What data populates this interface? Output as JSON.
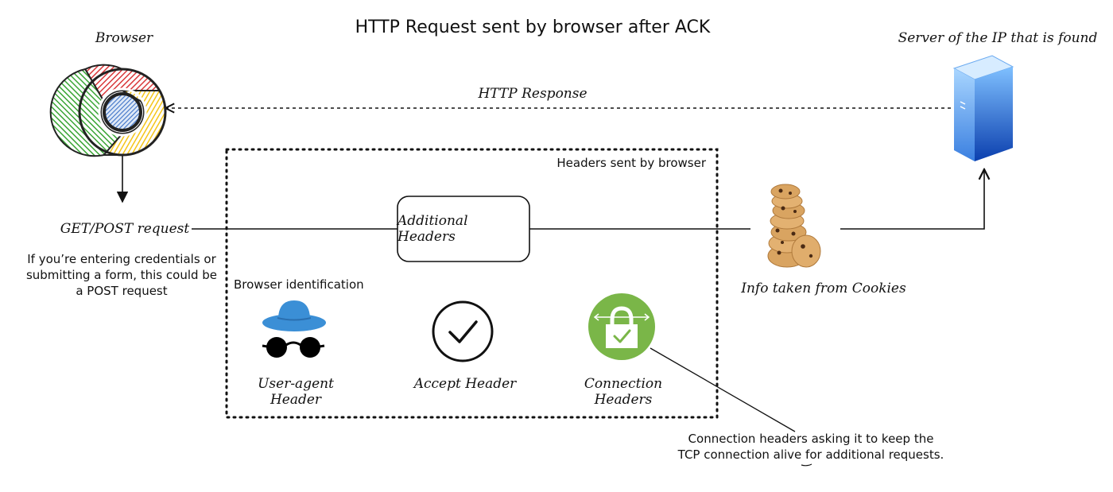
{
  "title": "HTTP Request sent by browser after ACK",
  "browser_label": "Browser",
  "server_label": "Server of the IP that is found",
  "response_label": "HTTP Response",
  "request_label": "GET/POST request",
  "request_note": "If you’re entering credentials or submitting a form, this could be a POST request",
  "headers_group_label": "Headers sent by browser",
  "additional_headers_label": "Additional Headers",
  "browser_identification_label": "Browser identification",
  "user_agent_label": "User-agent Header",
  "accept_label": "Accept Header",
  "connection_label": "Connection Headers",
  "cookies_label": "Info taken from Cookies",
  "connection_note": "Connection headers asking it to keep the TCP connection alive for additional requests.",
  "colors": {
    "chrome_red": "#d9383a",
    "chrome_green": "#3aa535",
    "chrome_yellow": "#f5c518",
    "chrome_blue": "#3d72c7",
    "hat_blue": "#3b8fd6",
    "lock_green": "#7ab648",
    "server_blue": "#1e63c8",
    "cookie": "#d9a461"
  }
}
